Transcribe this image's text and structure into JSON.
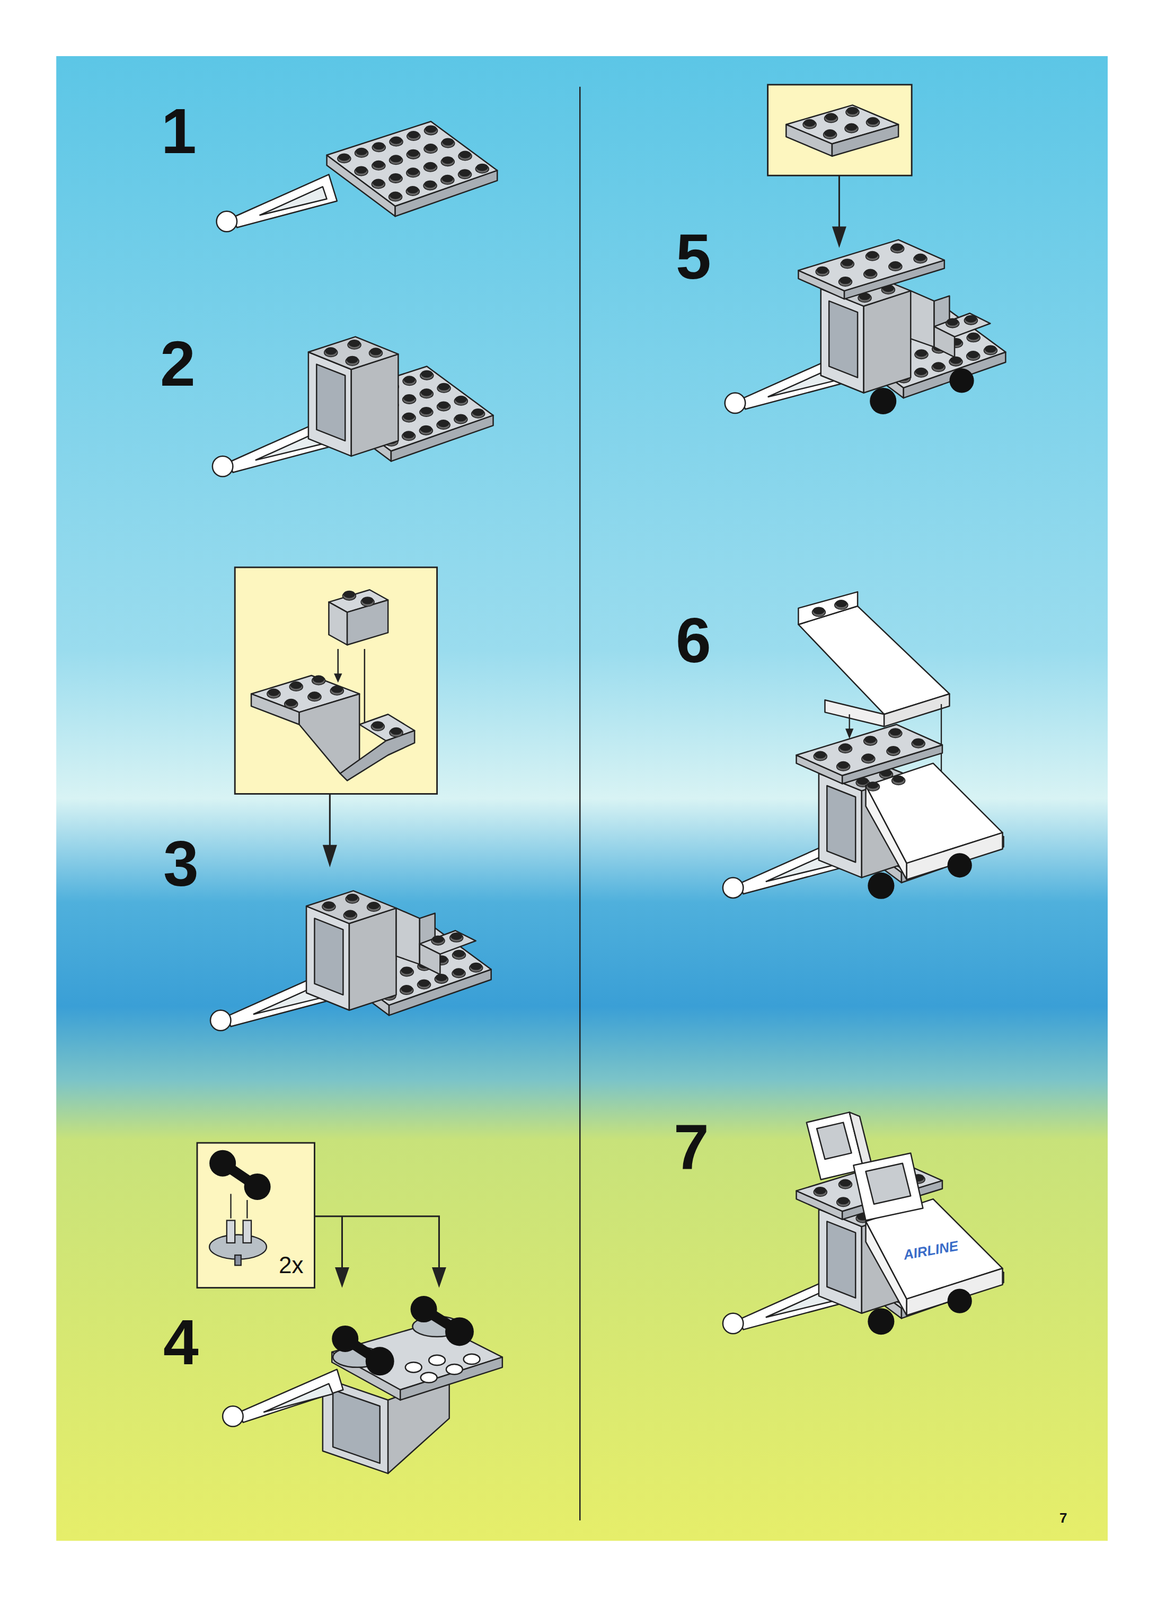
{
  "diagram": {
    "labels": [
      "1",
      "2",
      "3",
      "4",
      "5",
      "6",
      "7",
      "2x",
      "AIRLINE",
      "7"
    ]
  }
}
